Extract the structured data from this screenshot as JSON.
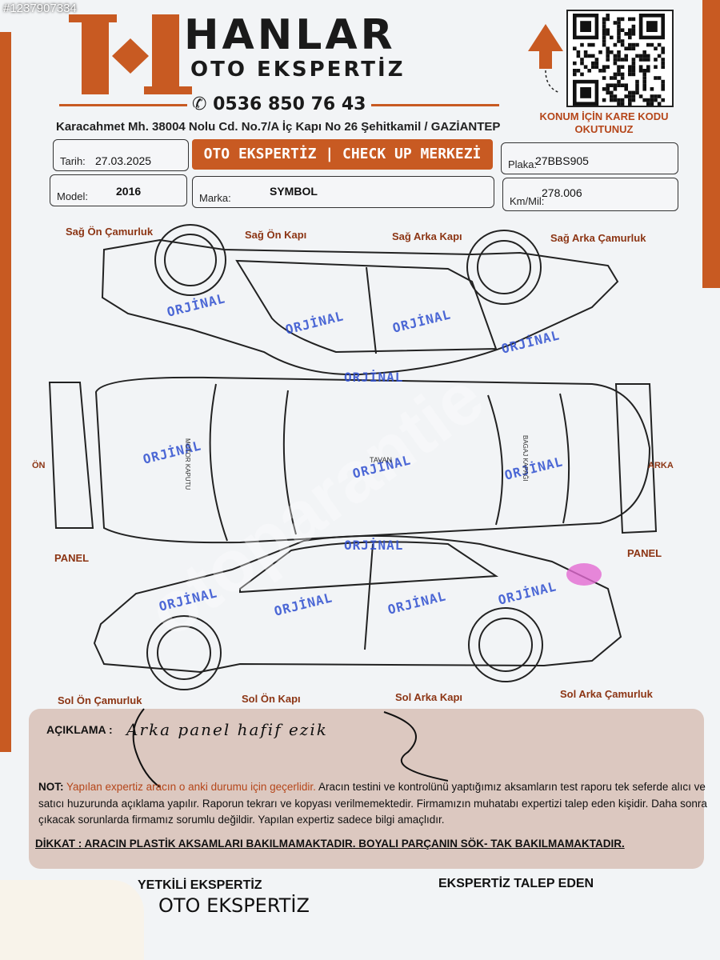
{
  "listing_id": "#1237907334",
  "header": {
    "brand": "HANLAR",
    "subtitle": "OTO EKSPERTİZ",
    "phone": "0536 850 76 43",
    "address": "Karacahmet Mh. 38004 Nolu Cd. No.7/A İç Kapı No 26 Şehitkamil / GAZİANTEP",
    "qr_note": "KONUM İÇİN KARE KODU OKUTUNUZ"
  },
  "fields": {
    "date_label": "Tarih:",
    "date_value": "27.03.2025",
    "banner": "OTO EKSPERTİZ | CHECK UP MERKEZİ",
    "plate_label": "Plaka:",
    "plate_value": "27BBS905",
    "model_label": "Model:",
    "model_value": "2016",
    "brand_label": "Marka:",
    "brand_value": "SYMBOL",
    "km_label": "Km/Mil:",
    "km_value": "278.006"
  },
  "parts": {
    "right_front_fender": "Sağ Ön Çamurluk",
    "right_front_door": "Sağ Ön Kapı",
    "right_rear_door": "Sağ Arka Kapı",
    "right_rear_fender": "Sağ Arka Çamurluk",
    "hood": "MOTOR KAPUTU",
    "roof": "TAVAN",
    "trunk": "BAGAJ KAPAĞI",
    "front": "ÖN",
    "rear": "ARKA",
    "panel_front": "PANEL",
    "panel_rear": "PANEL",
    "left_front_fender": "Sol Ön Çamurluk",
    "left_front_door": "Sol Ön Kapı",
    "left_rear_door": "Sol Arka Kapı",
    "left_rear_fender": "Sol Arka Çamurluk"
  },
  "stamps": [
    "ORJİNAL",
    "ORJİNAL",
    "ORJİNAL",
    "ORJİNAL",
    "ORJİNAL",
    "ORJİNAL",
    "ORJİNAL",
    "ORJİNAL",
    "ORJİNAL",
    "ORJİNAL",
    "ORJİNAL",
    "ORJİNAL",
    "ORJİNAL"
  ],
  "notes": {
    "label": "AÇIKLAMA :",
    "handwritten": "Arka panel hafif ezik",
    "not_label": "NOT:",
    "not_highlight": "Yapılan expertiz aracın o anki durumu için geçerlidir.",
    "not_text": "Aracın testini ve kontrolünü yaptığımız aksamların test raporu tek seferde alıcı ve satıcı huzurunda açıklama yapılır. Raporun tekrarı ve kopyası verilmemektedir. Firmamızın muhatabı expertizi talep eden kişidir. Daha sonra çıkacak sorunlarda firmamız sorumlu değildir. Yapılan expertiz sadece bilgi amaçlıdır.",
    "warning": "DİKKAT : ARACIN PLASTİK AKSAMLARI BAKILMAMAKTADIR. BOYALI PARÇANIN SÖK- TAK BAKILMAMAKTADIR."
  },
  "footer": {
    "left": "YETKİLİ EKSPERTİZ",
    "left_sub": "OTO EKSPERTİZ",
    "right": "EKSPERTİZ TALEP EDEN"
  },
  "colors": {
    "brand_orange": "#c85a22",
    "stamp_blue": "#2f4fd0",
    "notes_bg": "#dcc8c0"
  }
}
